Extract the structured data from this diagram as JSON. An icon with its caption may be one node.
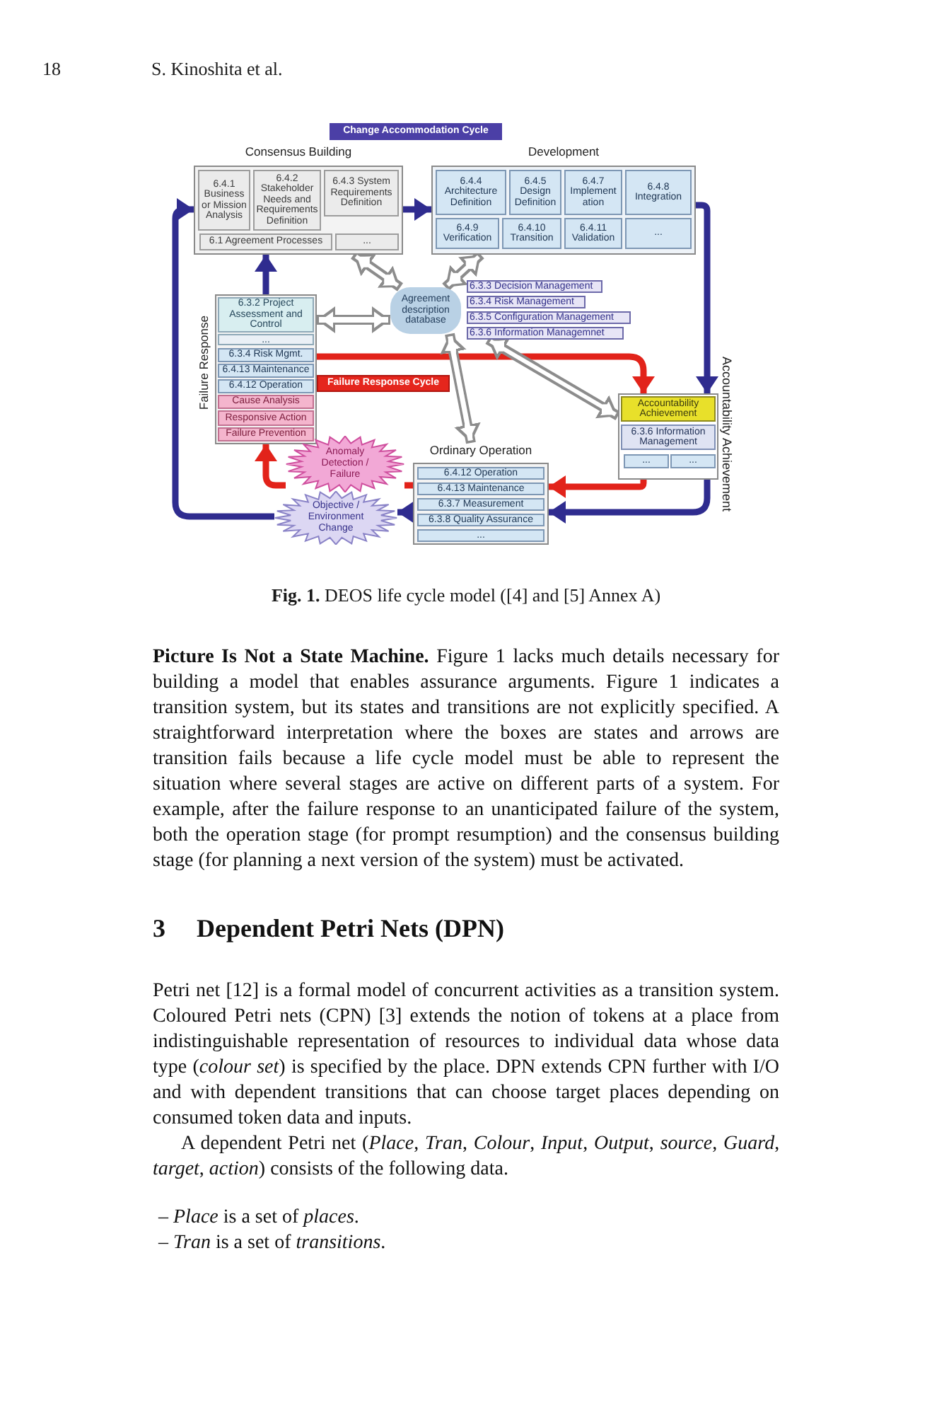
{
  "diagram": {
    "caption": "**Fig. 1.** DEOS life cycle model ([4] and [5] Annex A)",
    "nodes": [
      {
        "text": [
          "Change Accommodation Cycle"
        ]
      },
      {
        "text": [
          "Consensus Building"
        ]
      },
      {
        "text": [
          "6.4.1 Business or Mission Analysis"
        ],
        "in": 1
      },
      {
        "text": [
          "6.4.2 Stakeholder Needs and Requirements Definition"
        ],
        "in": 1
      },
      {
        "text": [
          "6.4.3 System Requirements Definition"
        ],
        "in": 1
      },
      {
        "text": [
          "6.1 Agreement Processes"
        ],
        "in": 1
      },
      {
        "text": [
          "..."
        ],
        "in": 1
      },
      {
        "text": [
          "Development"
        ]
      },
      {
        "text": [
          "6.4.4 Architecture Definition"
        ],
        "in": 7
      },
      {
        "text": [
          "6.4.5 Design Definition"
        ],
        "in": 7
      },
      {
        "text": [
          "6.4.7 Implement ation"
        ],
        "in": 7
      },
      {
        "text": [
          "6.4.8 Integration"
        ],
        "in": 7
      },
      {
        "text": [
          "6.4.9 Verification"
        ],
        "in": 7
      },
      {
        "text": [
          "6.4.10 Transition"
        ],
        "in": 7
      },
      {
        "text": [
          "6.4.11 Validation"
        ],
        "in": 7
      },
      {
        "text": [
          "..."
        ],
        "in": 7
      },
      {
        "text": [],
        "shape": "box"
      },
      {
        "text": [
          "6.3.2 Project Assessment and Control"
        ],
        "in": 16
      },
      {
        "text": [
          "..."
        ],
        "in": 16
      },
      {
        "text": [
          "6.3.4 Risk Mgmt."
        ],
        "in": 16
      },
      {
        "text": [
          "6.4.13 Maintenance"
        ],
        "in": 16
      },
      {
        "text": [
          "6.4.12 Operation"
        ],
        "in": 16
      },
      {
        "text": [
          "Cause Analysis"
        ],
        "in": 16
      },
      {
        "text": [
          "Responsive Action"
        ],
        "in": 16
      },
      {
        "text": [
          "Failure Prevention"
        ],
        "in": 16
      },
      {
        "text": [
          "Agreement description database"
        ]
      },
      {
        "text": [
          "6.3.3 Decision Management"
        ]
      },
      {
        "text": [
          "6.3.4 Risk Management"
        ]
      },
      {
        "text": [
          "6.3.5 Configuration Management"
        ]
      },
      {
        "text": [
          "6.3.6 Information Managemnet"
        ]
      },
      {
        "text": [
          "Failure Response Cycle"
        ]
      },
      {
        "text": [],
        "shape": "box"
      },
      {
        "text": [
          "Accountability Achievement"
        ],
        "in": 31
      },
      {
        "text": [
          "6.3.6 Information Management"
        ],
        "in": 31
      },
      {
        "text": [
          "..."
        ],
        "in": 31
      },
      {
        "text": [
          "..."
        ],
        "in": 31
      },
      {
        "text": [
          "Anomaly Detection / Failure"
        ]
      },
      {
        "text": [
          "Ordinary Operation"
        ]
      },
      {
        "text": [
          "6.4.12 Operation"
        ],
        "in": 37
      },
      {
        "text": [
          "6.4.13 Maintenance"
        ],
        "in": 37
      },
      {
        "text": [
          "6.3.7 Measurement"
        ],
        "in": 37
      },
      {
        "text": [
          "6.3.8 Quality Assurance"
        ],
        "in": 37
      },
      {
        "text": [
          "..."
        ],
        "in": 37
      },
      {
        "text": [
          "Objective / Environment Change"
        ]
      }
    ],
    "edges": [
      {
        "from": 1,
        "to": 7,
        "arrow": "to",
        "color": "#2f2c8f"
      },
      {
        "from": 7,
        "to": 31,
        "arrow": "to",
        "color": "#2f2c8f"
      },
      {
        "from": 31,
        "to": 37,
        "arrow": "to",
        "color": "#2f2c8f"
      },
      {
        "from": 37,
        "to": 43,
        "arrow": "to",
        "color": "#2f2c8f"
      },
      {
        "from": 43,
        "to": 1,
        "arrow": "to",
        "color": "#2f2c8f"
      },
      {
        "from": 16,
        "to": 1,
        "arrow": "to",
        "color": "#2f2c8f"
      },
      {
        "from": 16,
        "to": 31,
        "arrow": "to",
        "color": "#e2231a"
      },
      {
        "from": 31,
        "to": 37,
        "arrow": "to",
        "color": "#e2231a"
      },
      {
        "from": 37,
        "to": 36,
        "arrow": "none",
        "color": "#e2231a"
      },
      {
        "from": 36,
        "to": 16,
        "arrow": "to",
        "color": "#e2231a"
      },
      {
        "from": 1,
        "to": 25,
        "arrow": "both",
        "color": "#8c8c8c"
      },
      {
        "from": 7,
        "to": 25,
        "arrow": "both",
        "color": "#8c8c8c"
      },
      {
        "from": 16,
        "to": 25,
        "arrow": "both",
        "color": "#8c8c8c"
      },
      {
        "from": 25,
        "to": 37,
        "arrow": "both",
        "color": "#8c8c8c"
      },
      {
        "from": 29,
        "to": 31,
        "arrow": "both",
        "color": "#8c8c8c"
      }
    ],
    "labels": [
      "18",
      "S. Kinoshita et al.",
      "Failure Response",
      "Accountability Achievement",
      "**Picture Is Not a State Machine.** Figure 1 lacks much details necessary for building a model that enables assurance arguments. Figure 1 indicates a transition system, but its states and transitions are not explicitly specified. A straightforward interpretation where the boxes are states and arrows are transition fails because a life cycle model must be able to represent the situation where several stages are active on different parts of a system. For example, after the failure response to an unanticipated failure of the system, both the operation stage (for prompt resumption) and the consensus building stage (for planning a next version of the system) must be activated.",
      "3",
      "Dependent Petri Nets (DPN)",
      "Petri net [12] is a formal model of concurrent activities as a transition system. Coloured Petri nets (CPN) [3] extends the notion of tokens at a place from indistinguishable representation of resources to individual data whose data type (*colour set*) is specified by the place. DPN extends CPN further with I/O and with dependent transitions that can choose target places depending on consumed token data and inputs.",
      "A dependent Petri net (*Place*, *Tran*, *Colour*, *Input*, *Output*, *source*, *Guard*, *target*, *action*) consists of the following data.",
      "– *Place* is a set of *places*.",
      "– *Tran* is a set of *transitions*."
    ]
  }
}
